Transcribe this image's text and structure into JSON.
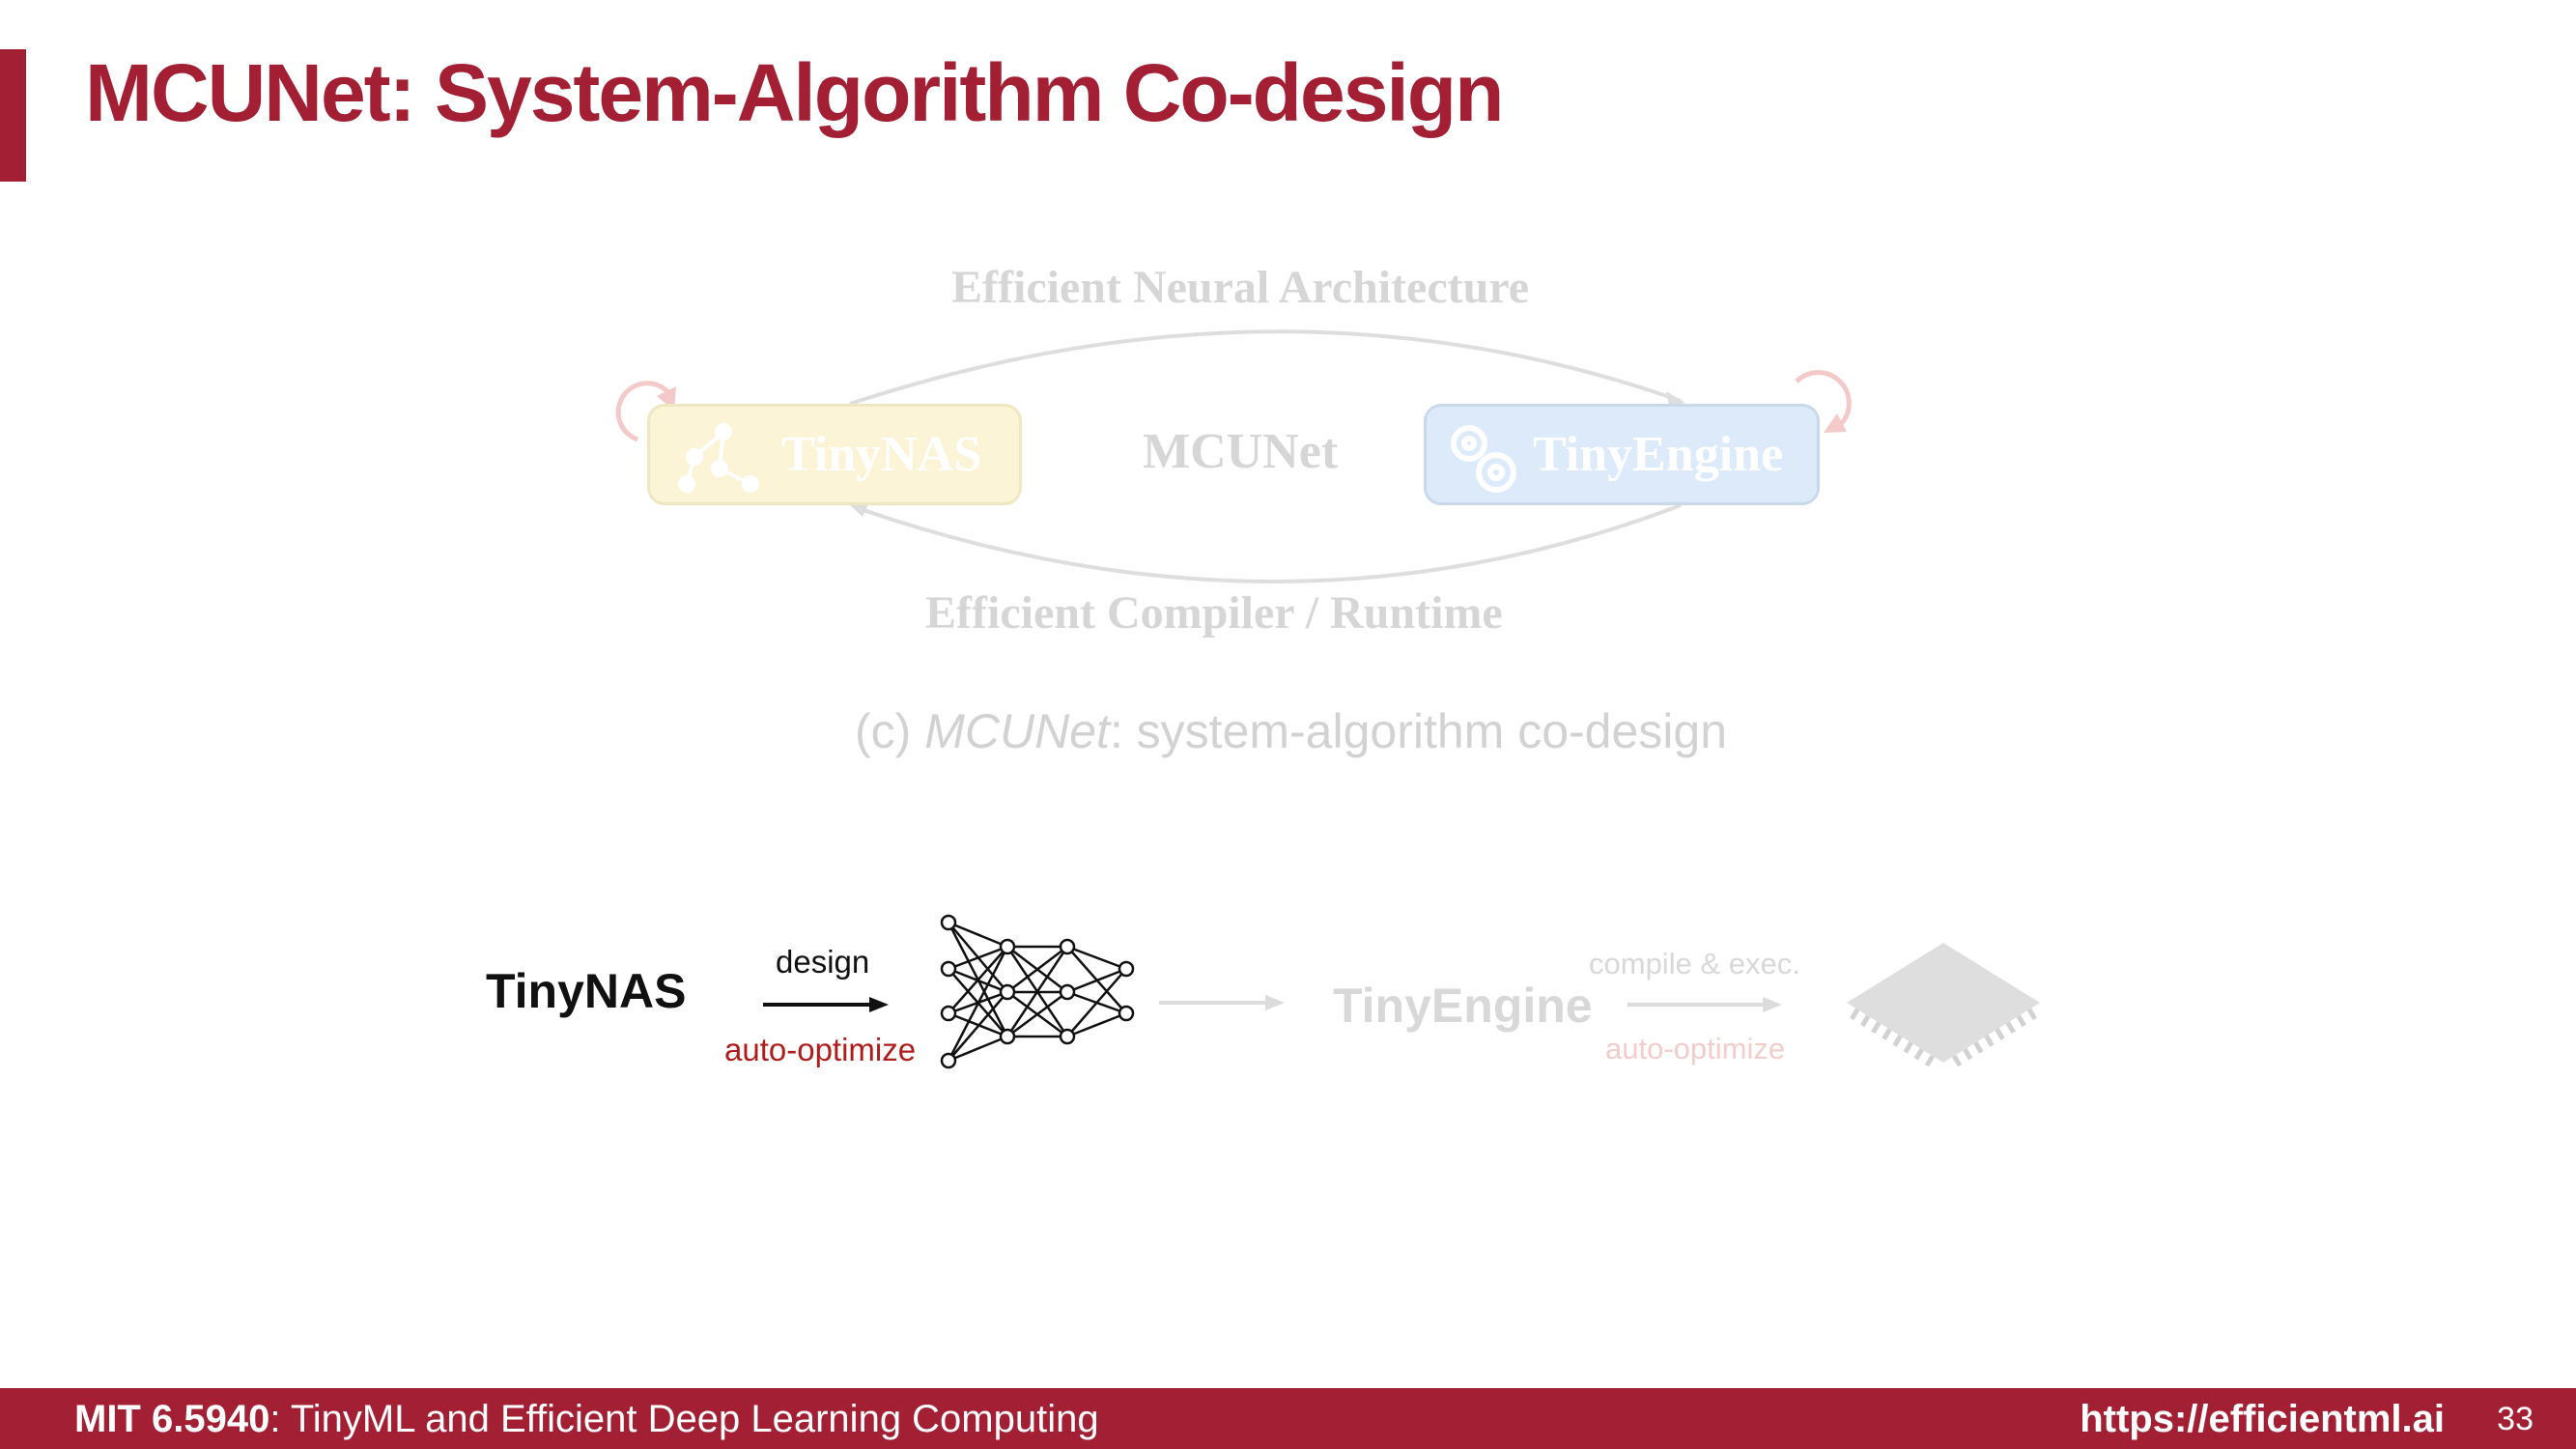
{
  "title": "MCUNet: System-Algorithm Co-design",
  "diagram": {
    "top_label": "Efficient Neural Architecture",
    "bottom_label": "Efficient Compiler / Runtime",
    "center_label": "MCUNet",
    "left_box": "TinyNAS",
    "right_box": "TinyEngine",
    "caption_prefix": "(c) ",
    "caption_italic": "MCUNet",
    "caption_suffix": ": system-algorithm co-design"
  },
  "flow": {
    "source": "TinyNAS",
    "arrow1_top": "design",
    "arrow1_bottom": "auto-optimize",
    "engine": "TinyEngine",
    "arrow3_top": "compile & exec.",
    "arrow3_bottom": "auto-optimize"
  },
  "footer": {
    "course_code": "MIT 6.5940",
    "course_name": ": TinyML and Efficient Deep Learning Computing",
    "url": "https://efficientml.ai",
    "page": "33"
  },
  "colors": {
    "brand": "#a31f34",
    "auto_optimize": "#b01c1c",
    "faded": "#d6d6d6"
  }
}
